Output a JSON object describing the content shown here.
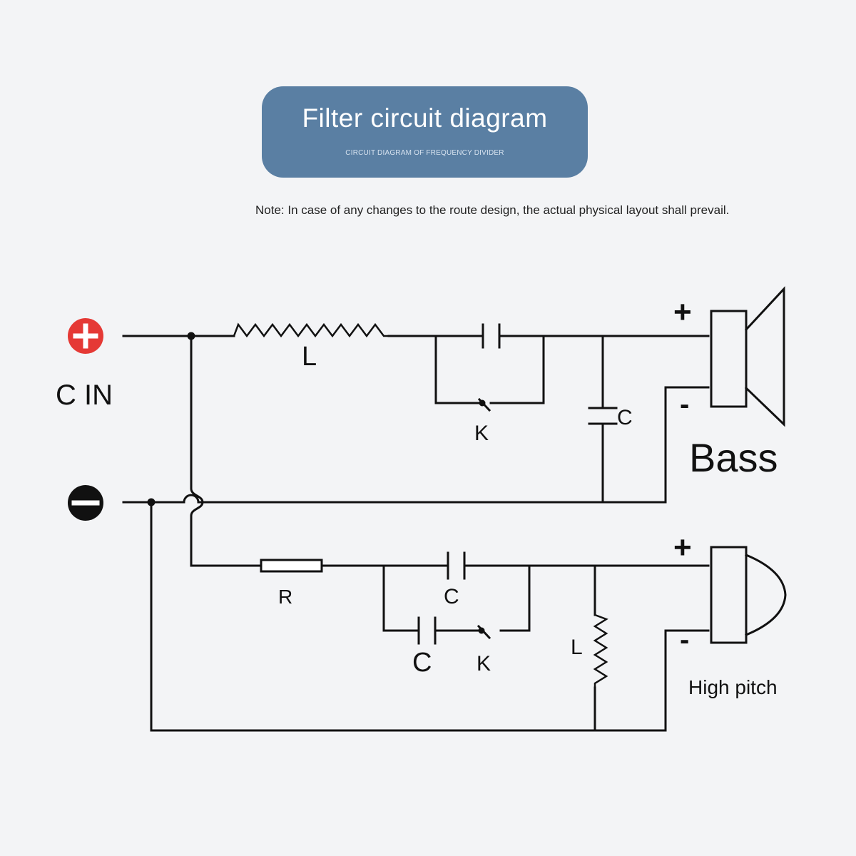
{
  "header": {
    "title": "Filter circuit diagram",
    "subtitle": "CIRCUIT DIAGRAM OF FREQUENCY DIVIDER"
  },
  "note": "Note: In case of any changes to the route design, the actual physical layout shall prevail.",
  "input": {
    "label": "C IN",
    "positive_icon": "plus-circle-icon",
    "negative_icon": "minus-circle-icon",
    "positive_color": "#e53935",
    "negative_color": "#111111"
  },
  "bass_branch": {
    "inductor_label": "L",
    "switch_label": "K",
    "capacitor_label": "C",
    "plus_sign": "+",
    "minus_sign": "-",
    "speaker_label": "Bass",
    "speaker_icon": "woofer-speaker-icon"
  },
  "high_branch": {
    "resistor_label": "R",
    "top_capacitor_label": "C",
    "bottom_capacitor_label": "C",
    "switch_label": "K",
    "inductor_label": "L",
    "plus_sign": "+",
    "minus_sign": "-",
    "speaker_label": "High pitch",
    "speaker_icon": "tweeter-speaker-icon"
  },
  "colors": {
    "title_bg": "#5a7fa3",
    "wire": "#111111",
    "background": "#f3f4f6"
  }
}
